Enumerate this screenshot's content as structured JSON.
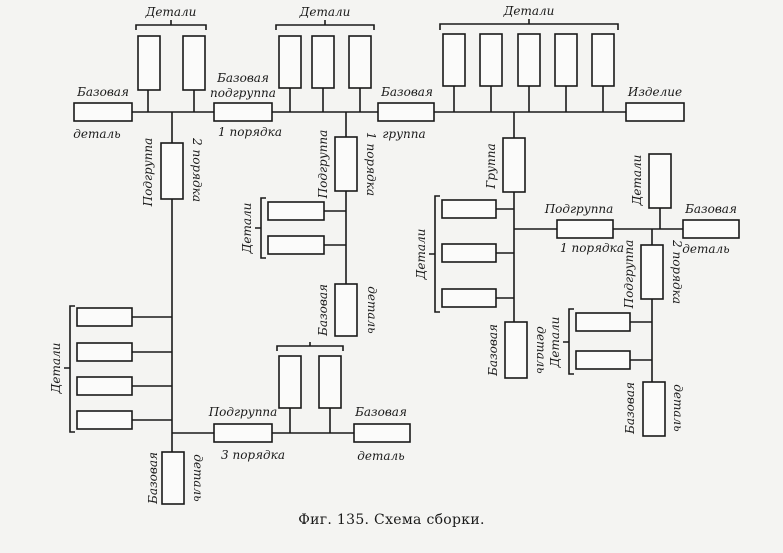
{
  "labels": {
    "details": "Детали",
    "base": "Базовая",
    "base_part": "деталь",
    "base_group": "группа",
    "subgroup": "Подгруппа",
    "base_subgroup": "подгруппа",
    "order1": "1 порядка",
    "order2": "2 порядка",
    "order3": "3 порядка",
    "group": "Группа",
    "product": "Изделие"
  },
  "caption": "Фиг. 135. Схема сборки."
}
